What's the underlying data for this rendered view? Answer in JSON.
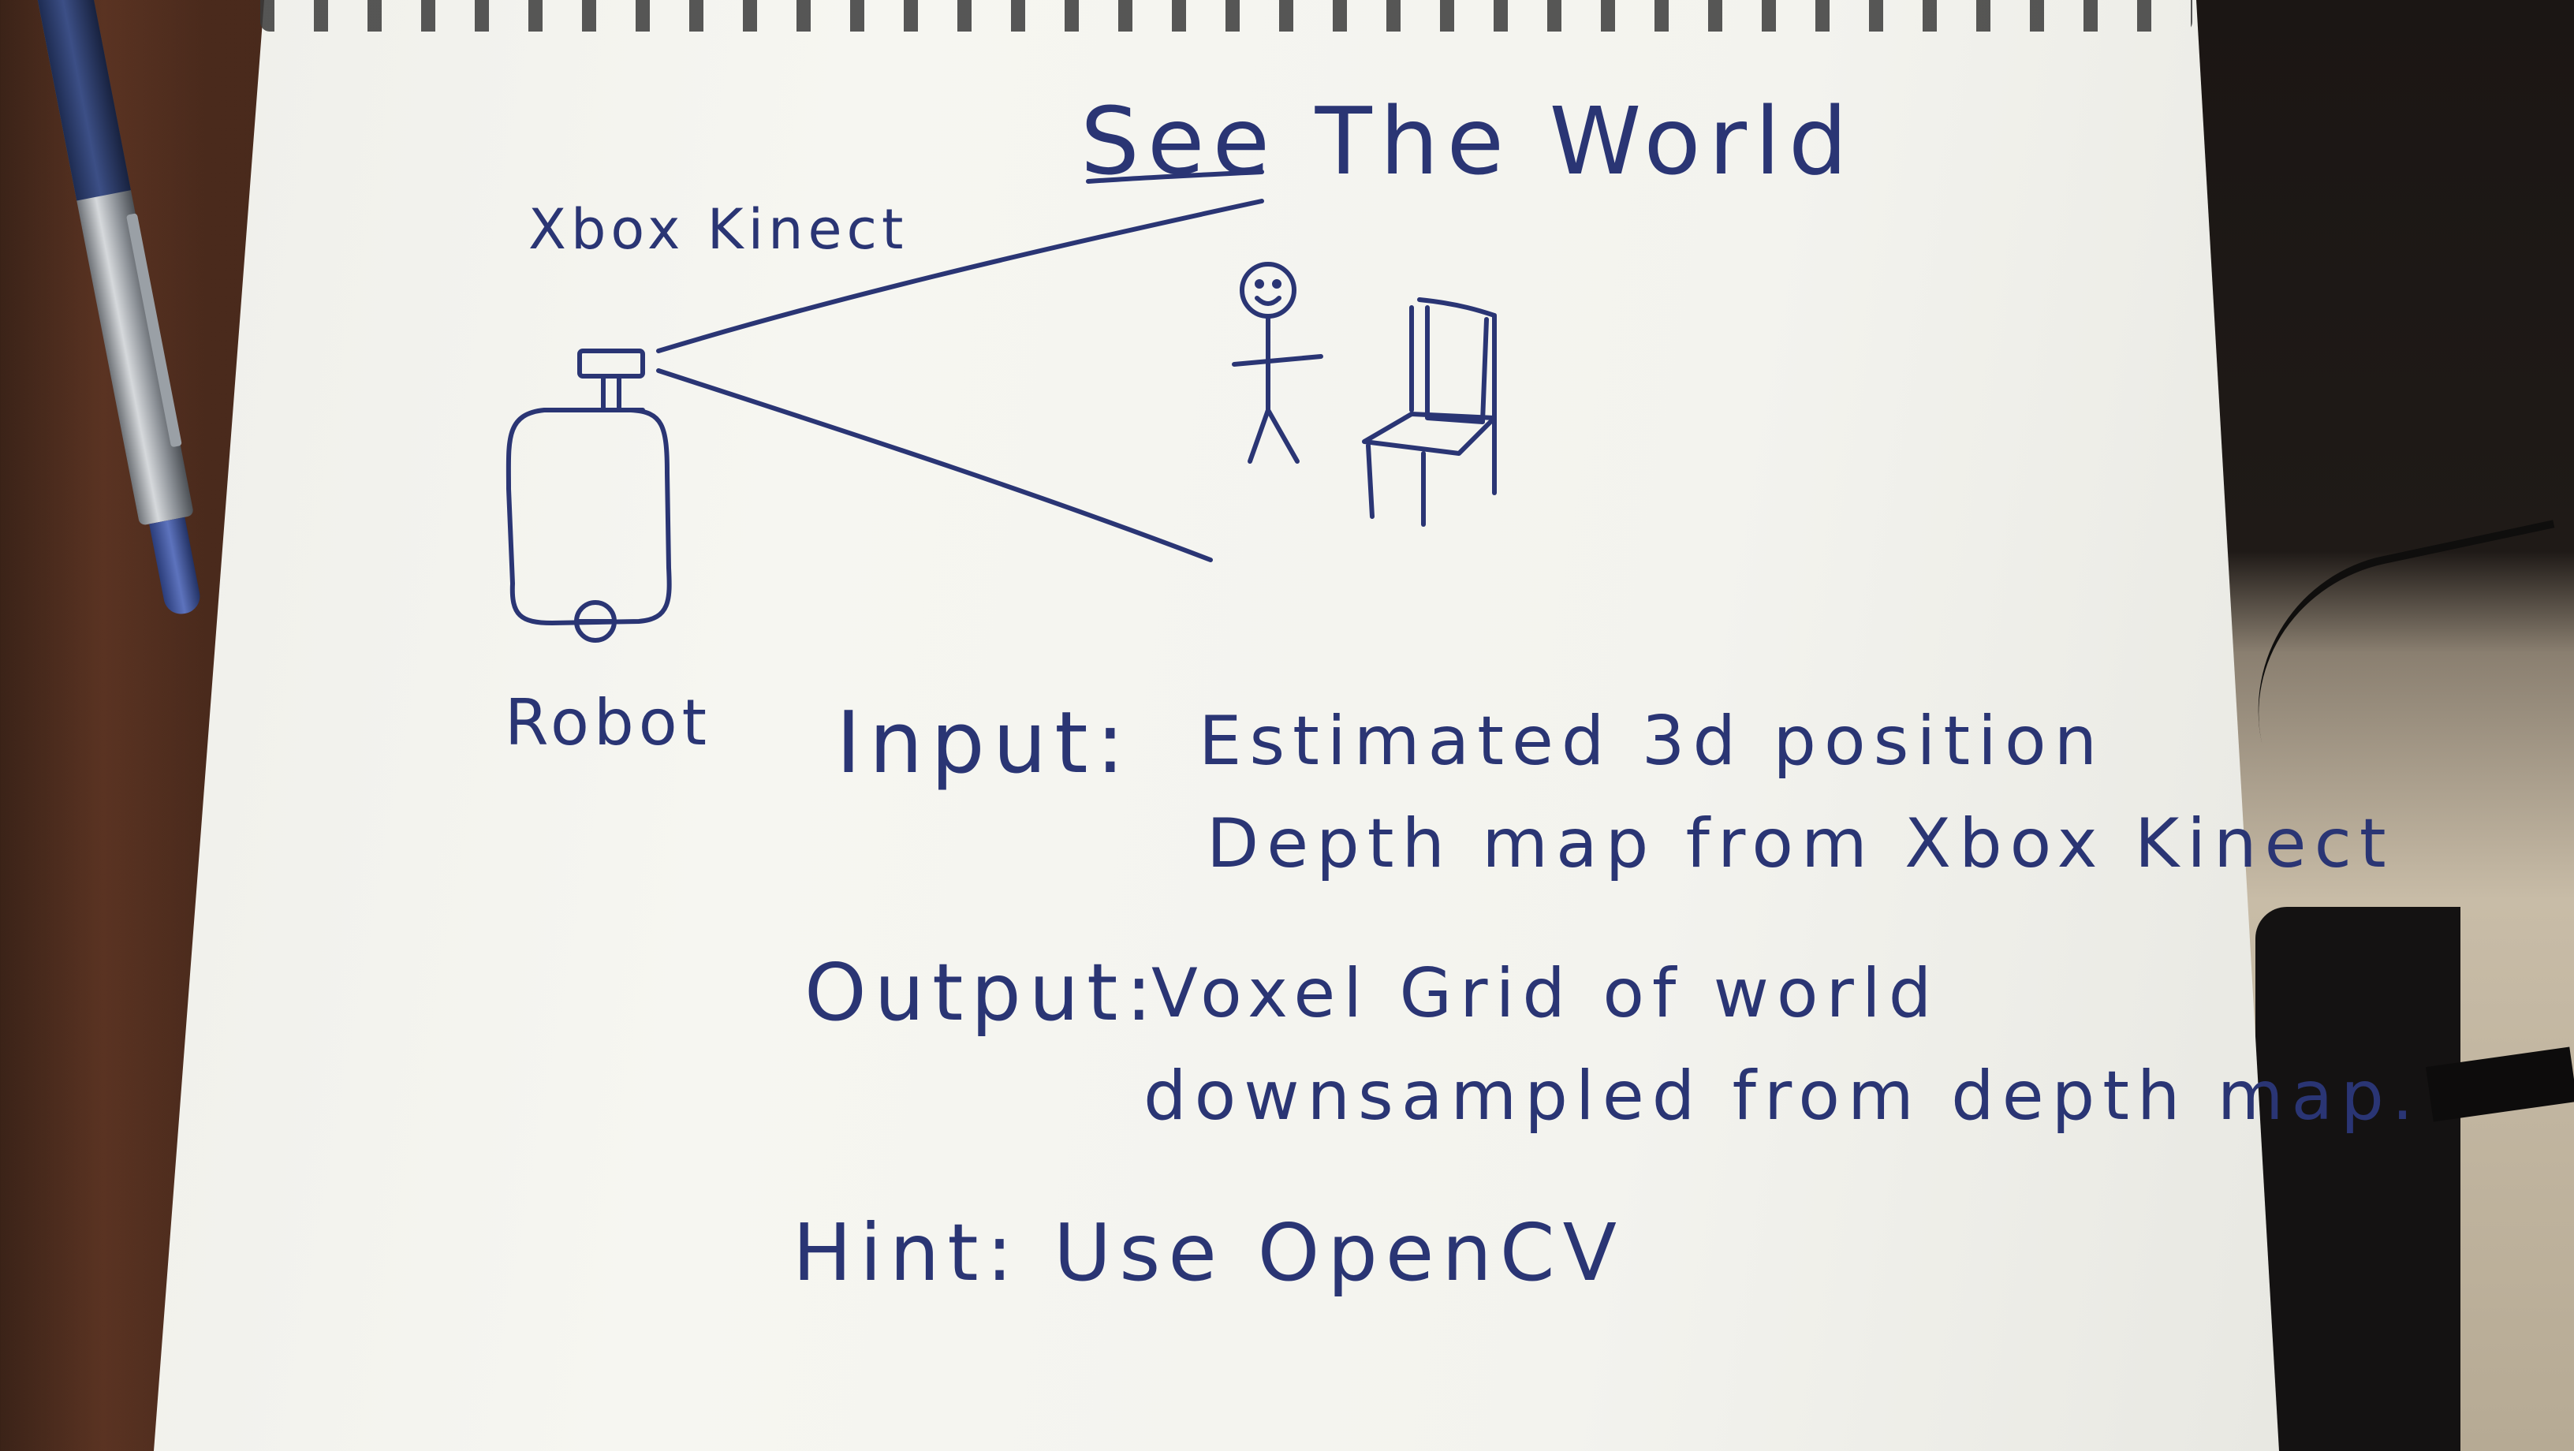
{
  "diagram": {
    "title": "See The World",
    "sensor_label": "Xbox Kinect",
    "robot_label": "Robot",
    "input": {
      "label": "Input:",
      "lines": [
        "Estimated 3d position",
        "Depth map from Xbox Kinect"
      ]
    },
    "output": {
      "label": "Output:",
      "lines": [
        "Voxel Grid of world",
        "downsampled from depth map."
      ]
    },
    "hint": "Hint: Use OpenCV"
  },
  "colors": {
    "ink": "#2a3574",
    "paper": "#f3f3ee"
  }
}
